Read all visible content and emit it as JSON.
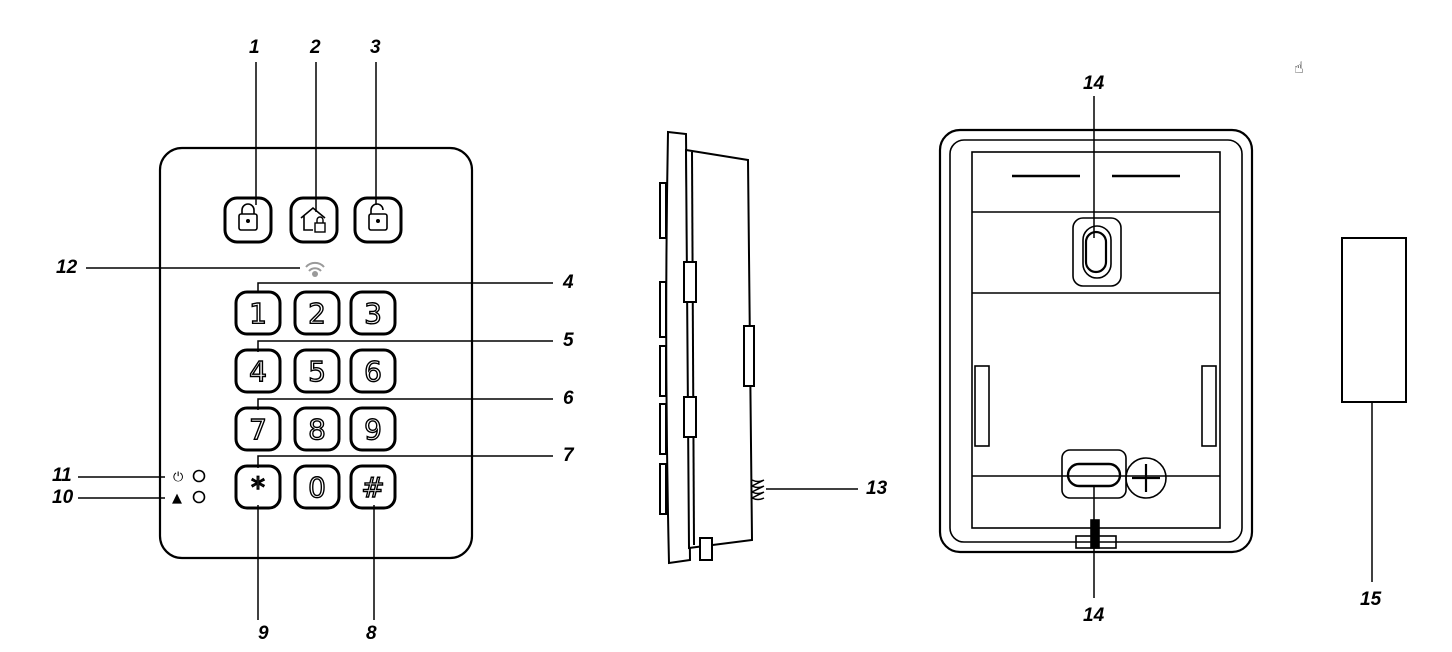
{
  "callouts": {
    "c1": "1",
    "c2": "2",
    "c3": "3",
    "c4": "4",
    "c5": "5",
    "c6": "6",
    "c7": "7",
    "c8": "8",
    "c9": "9",
    "c10": "10",
    "c11": "11",
    "c12": "12",
    "c13": "13",
    "c14_top": "14",
    "c14_bottom": "14",
    "c15": "15"
  },
  "keypad": {
    "keys": [
      "1",
      "2",
      "3",
      "4",
      "5",
      "6",
      "7",
      "8",
      "9",
      "*",
      "0",
      "#"
    ],
    "function_buttons": [
      "lock-icon",
      "home-lock-icon",
      "unlock-icon"
    ]
  },
  "leds": {
    "power_symbol": "⏻",
    "alarm_symbol": "▲"
  },
  "icons": {
    "wifi": "wireless-icon",
    "cursor": "hand-cursor-icon"
  },
  "colors": {
    "line": "#000000",
    "background": "#ffffff",
    "device_fill": "#ffffff",
    "wifi_icon": "#9a9a9a"
  }
}
